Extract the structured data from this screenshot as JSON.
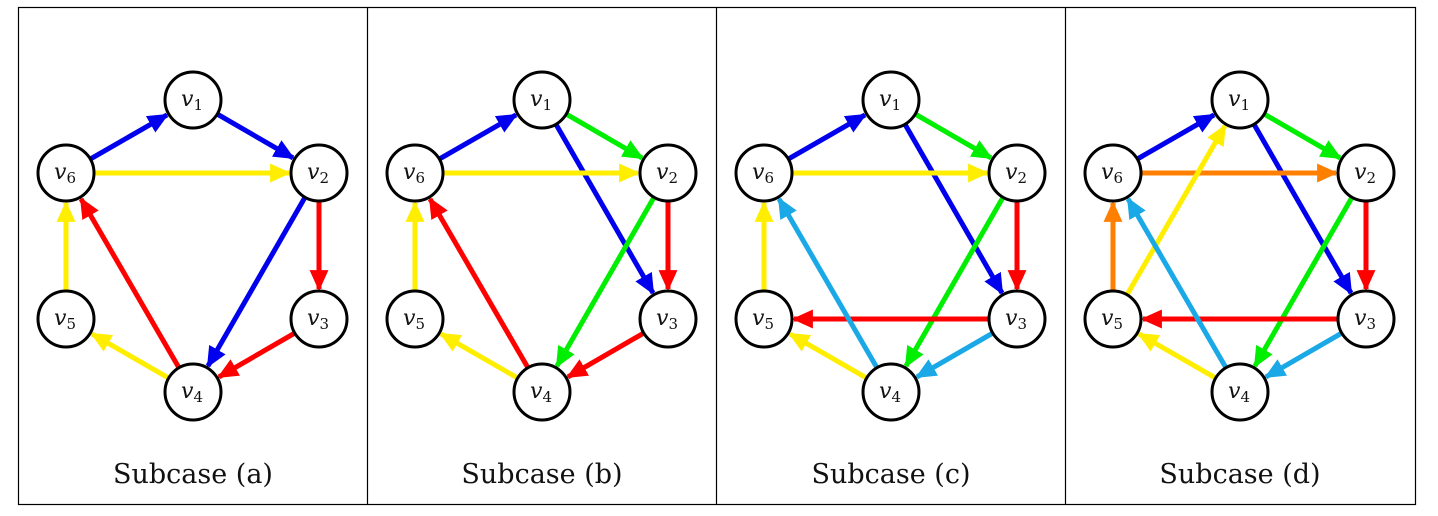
{
  "figure": {
    "colors": {
      "blue": "#0000EE",
      "green": "#00EE00",
      "red": "#FF0000",
      "yellow": "#FFEE00",
      "cyan": "#1AA9E6",
      "orange": "#FF8000",
      "node_stroke": "#000000"
    },
    "nodes": [
      {
        "id": "v1",
        "base": "v",
        "sub": "1"
      },
      {
        "id": "v2",
        "base": "v",
        "sub": "2"
      },
      {
        "id": "v3",
        "base": "v",
        "sub": "3"
      },
      {
        "id": "v4",
        "base": "v",
        "sub": "4"
      },
      {
        "id": "v5",
        "base": "v",
        "sub": "5"
      },
      {
        "id": "v6",
        "base": "v",
        "sub": "6"
      }
    ],
    "panels": [
      {
        "caption": "Subcase (a)",
        "edges": [
          {
            "from": "v6",
            "to": "v1",
            "color": "blue"
          },
          {
            "from": "v1",
            "to": "v2",
            "color": "blue"
          },
          {
            "from": "v6",
            "to": "v2",
            "color": "yellow"
          },
          {
            "from": "v2",
            "to": "v4",
            "color": "blue"
          },
          {
            "from": "v2",
            "to": "v3",
            "color": "red"
          },
          {
            "from": "v3",
            "to": "v4",
            "color": "red"
          },
          {
            "from": "v4",
            "to": "v6",
            "color": "red"
          },
          {
            "from": "v5",
            "to": "v6",
            "color": "yellow"
          },
          {
            "from": "v4",
            "to": "v5",
            "color": "yellow"
          }
        ]
      },
      {
        "caption": "Subcase (b)",
        "edges": [
          {
            "from": "v6",
            "to": "v1",
            "color": "blue"
          },
          {
            "from": "v1",
            "to": "v2",
            "color": "green"
          },
          {
            "from": "v1",
            "to": "v3",
            "color": "blue"
          },
          {
            "from": "v6",
            "to": "v2",
            "color": "yellow"
          },
          {
            "from": "v2",
            "to": "v3",
            "color": "red"
          },
          {
            "from": "v2",
            "to": "v4",
            "color": "green"
          },
          {
            "from": "v3",
            "to": "v4",
            "color": "red"
          },
          {
            "from": "v4",
            "to": "v6",
            "color": "red"
          },
          {
            "from": "v5",
            "to": "v6",
            "color": "yellow"
          },
          {
            "from": "v4",
            "to": "v5",
            "color": "yellow"
          }
        ]
      },
      {
        "caption": "Subcase (c)",
        "edges": [
          {
            "from": "v6",
            "to": "v1",
            "color": "blue"
          },
          {
            "from": "v1",
            "to": "v2",
            "color": "green"
          },
          {
            "from": "v1",
            "to": "v3",
            "color": "blue"
          },
          {
            "from": "v6",
            "to": "v2",
            "color": "yellow"
          },
          {
            "from": "v2",
            "to": "v3",
            "color": "red"
          },
          {
            "from": "v2",
            "to": "v4",
            "color": "green"
          },
          {
            "from": "v3",
            "to": "v5",
            "color": "red"
          },
          {
            "from": "v3",
            "to": "v4",
            "color": "cyan"
          },
          {
            "from": "v4",
            "to": "v6",
            "color": "cyan"
          },
          {
            "from": "v5",
            "to": "v6",
            "color": "yellow"
          },
          {
            "from": "v4",
            "to": "v5",
            "color": "yellow"
          }
        ]
      },
      {
        "caption": "Subcase (d)",
        "edges": [
          {
            "from": "v6",
            "to": "v1",
            "color": "blue"
          },
          {
            "from": "v1",
            "to": "v2",
            "color": "green"
          },
          {
            "from": "v1",
            "to": "v3",
            "color": "blue"
          },
          {
            "from": "v6",
            "to": "v2",
            "color": "orange"
          },
          {
            "from": "v5",
            "to": "v1",
            "color": "yellow"
          },
          {
            "from": "v2",
            "to": "v3",
            "color": "red"
          },
          {
            "from": "v2",
            "to": "v4",
            "color": "green"
          },
          {
            "from": "v3",
            "to": "v5",
            "color": "red"
          },
          {
            "from": "v3",
            "to": "v4",
            "color": "cyan"
          },
          {
            "from": "v4",
            "to": "v6",
            "color": "cyan"
          },
          {
            "from": "v5",
            "to": "v6",
            "color": "orange"
          },
          {
            "from": "v4",
            "to": "v5",
            "color": "yellow"
          }
        ]
      }
    ]
  }
}
